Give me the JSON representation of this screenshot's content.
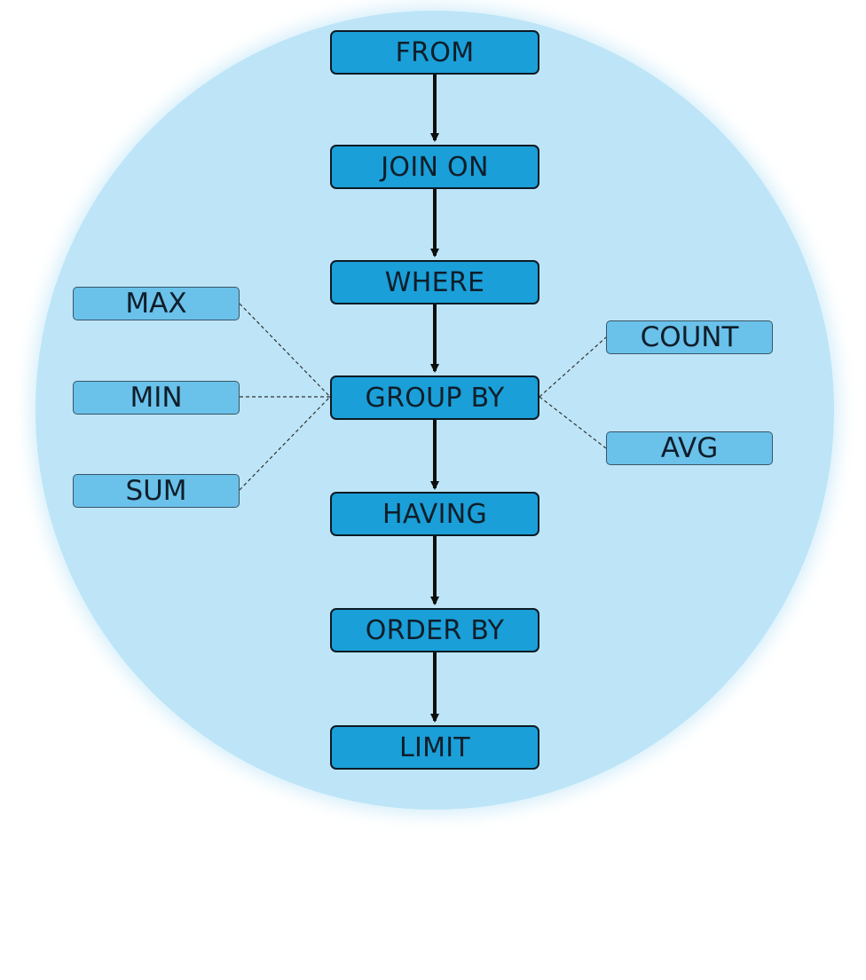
{
  "flow": {
    "steps": [
      "FROM",
      "JOIN ON",
      "WHERE",
      "GROUP BY",
      "HAVING",
      "ORDER BY",
      "LIMIT"
    ]
  },
  "aggregates": {
    "left": [
      "MAX",
      "MIN",
      "SUM"
    ],
    "right": [
      "COUNT",
      "AVG"
    ]
  },
  "colors": {
    "circle": "#bde5f7",
    "main_box": "#1a9fd8",
    "side_box": "#6ac1ea",
    "arrow": "#0d0d0d"
  }
}
